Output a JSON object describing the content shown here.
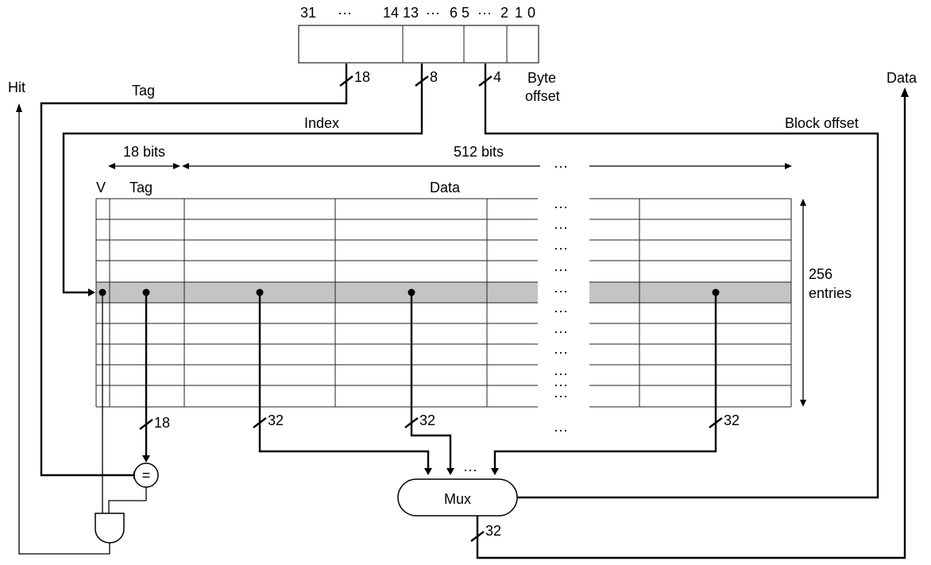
{
  "address": {
    "bit_labels": {
      "b31": "31",
      "dots1": "···",
      "b14_13": "14 13",
      "dots2": "···",
      "b6_5": "6 5",
      "dots3": "···",
      "b2": "2",
      "b1": "1",
      "b0": "0"
    }
  },
  "widths": {
    "tag": "18",
    "index": "8",
    "block_offset": "4"
  },
  "labels": {
    "byte_offset_line1": "Byte",
    "byte_offset_line2": "offset",
    "hit": "Hit",
    "data_out": "Data",
    "tag_signal": "Tag",
    "index_signal": "Index",
    "block_offset_signal": "Block offset",
    "tag_bits": "18 bits",
    "data_bits": "512 bits",
    "col_v": "V",
    "col_tag": "Tag",
    "col_data": "Data",
    "entries_line1": "256",
    "entries_line2": "entries",
    "ellipsis": "···",
    "comparator": "=",
    "mux": "Mux",
    "w_tag_compare": "18",
    "w_word1": "32",
    "w_word2": "32",
    "w_word3": "32",
    "w_out": "32"
  },
  "colors": {
    "selected_row": "#c4c4c4",
    "line": "#000000"
  }
}
